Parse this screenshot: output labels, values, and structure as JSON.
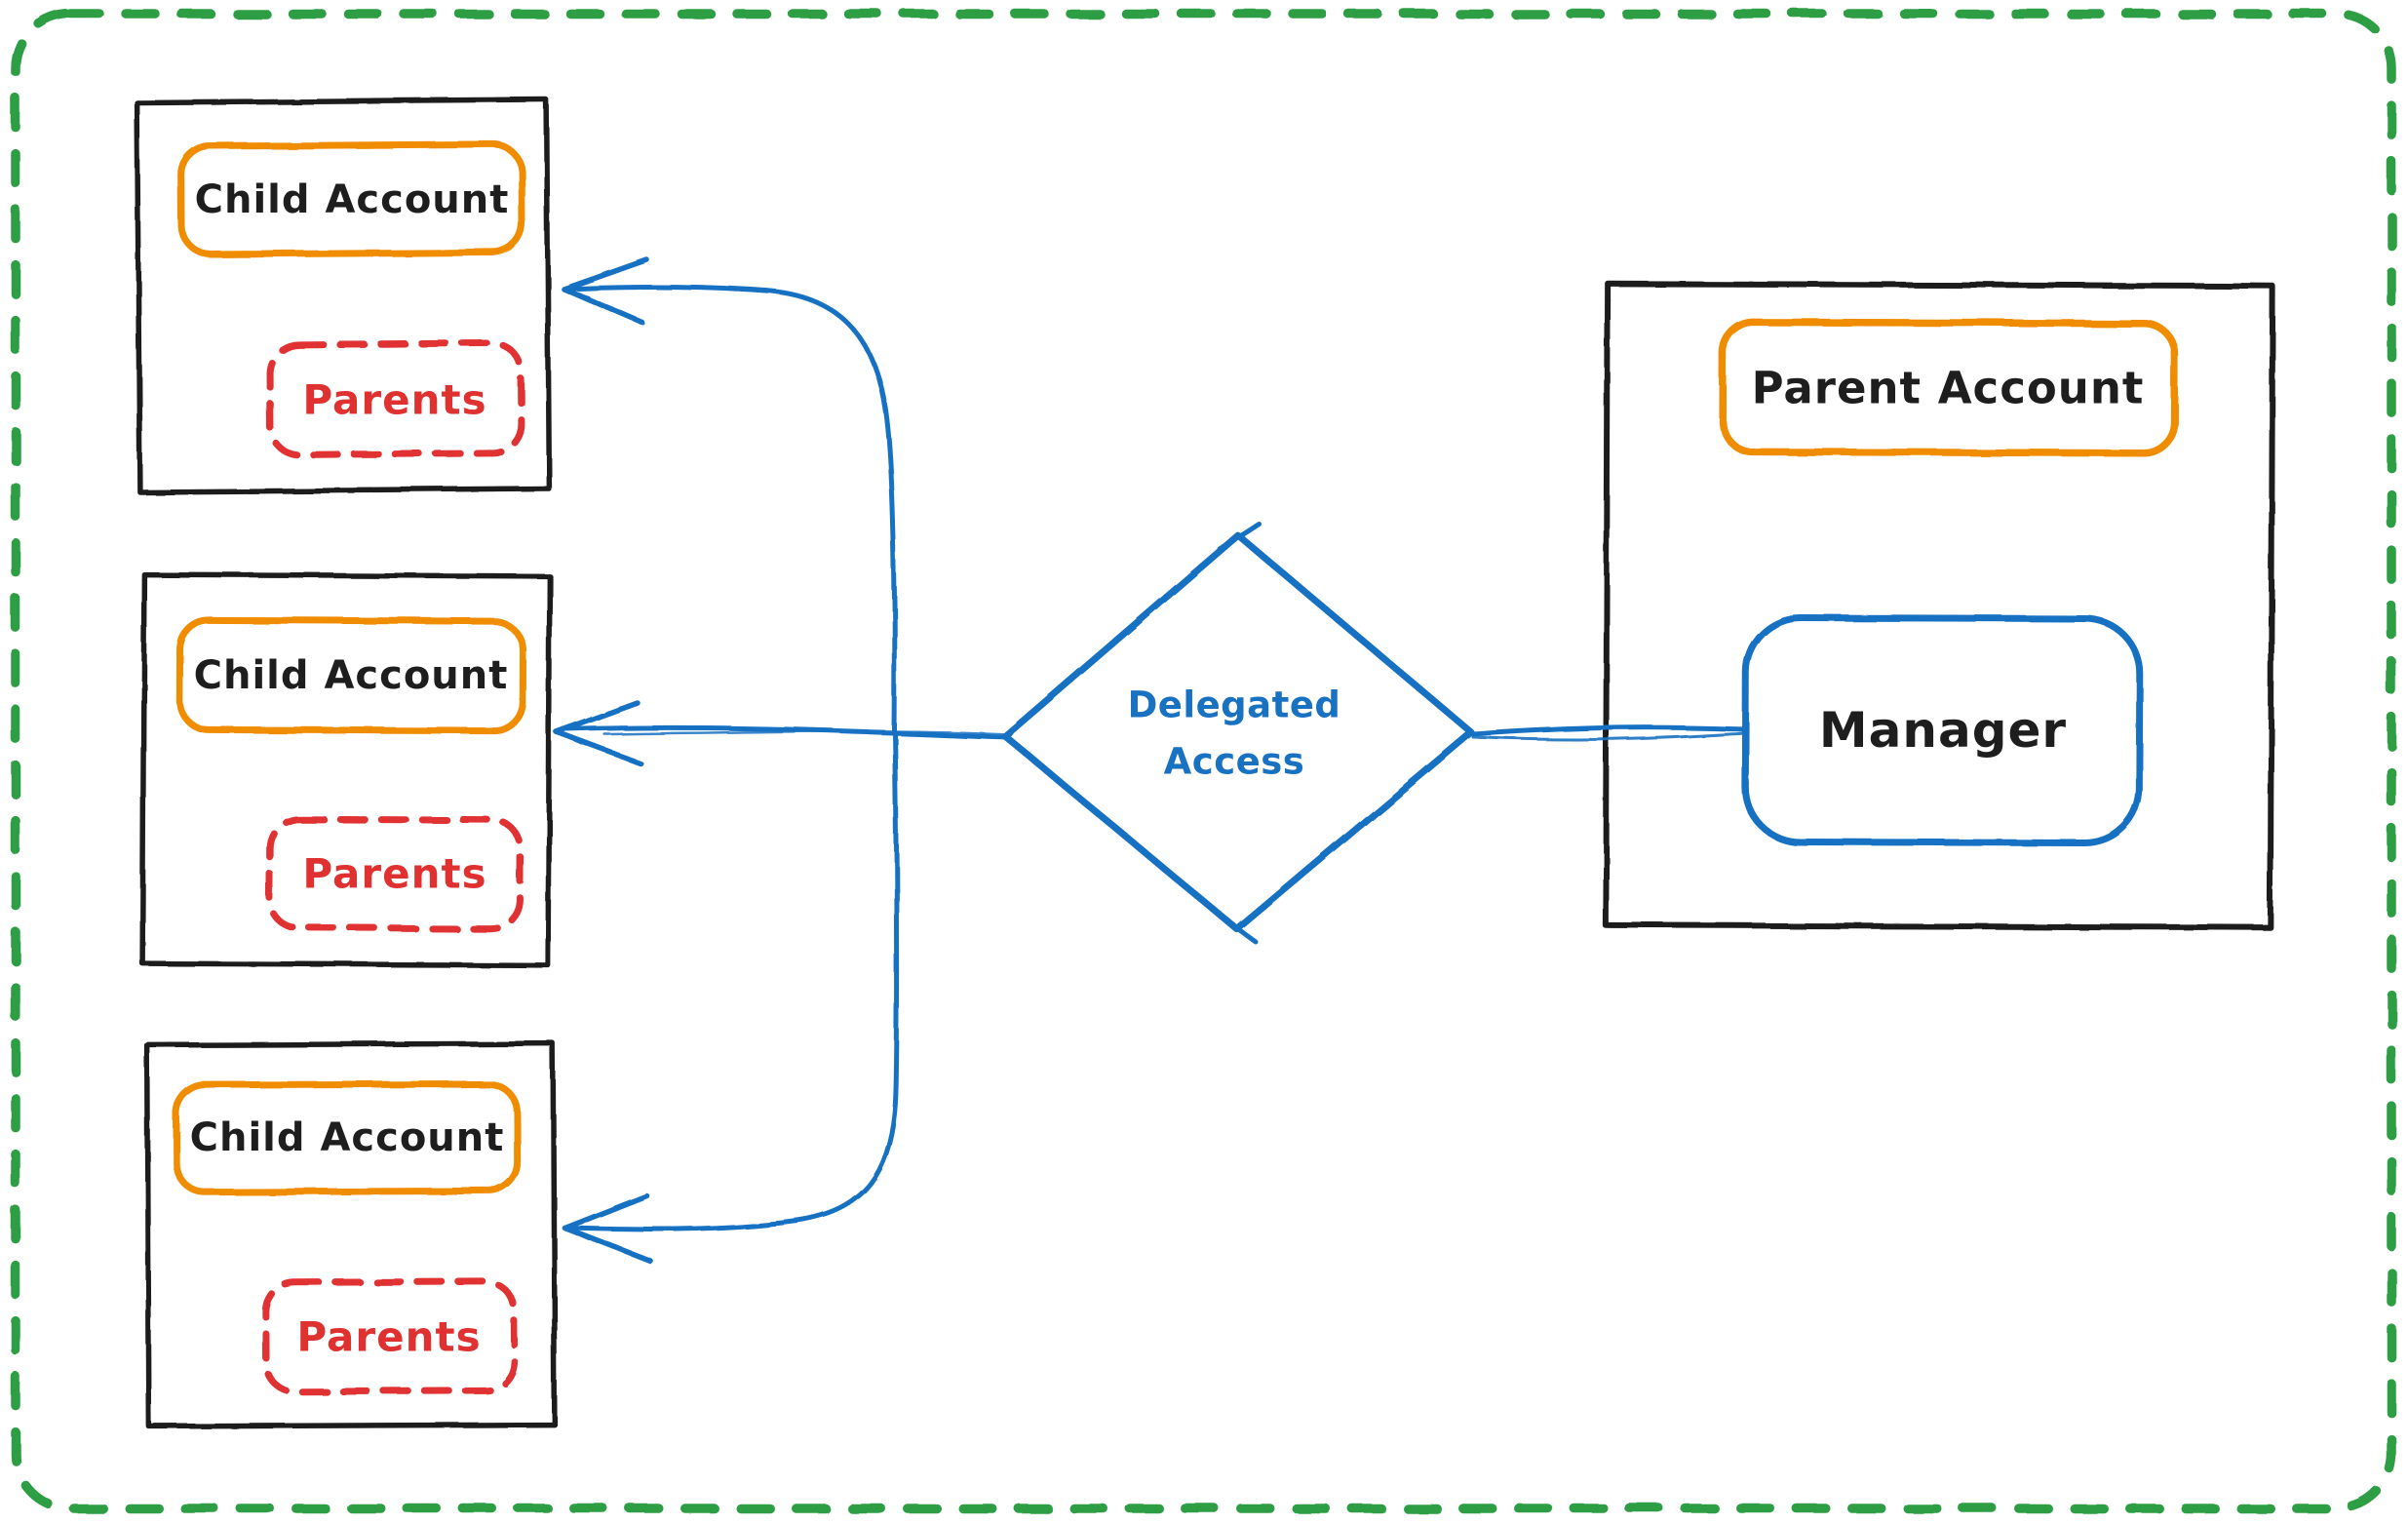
{
  "diagram": {
    "title_hint": "Delegated access from a parent account manager to child accounts",
    "child_boxes": [
      {
        "account_label": "Child Account",
        "parents_label": "Parents"
      },
      {
        "account_label": "Child Account",
        "parents_label": "Parents"
      },
      {
        "account_label": "Child Account",
        "parents_label": "Parents"
      }
    ],
    "decision": {
      "line1": "Delegated",
      "line2": "Access"
    },
    "parent_box": {
      "account_label": "Parent Account",
      "manager_label": "Manager"
    },
    "colors": {
      "canvas_border_green": "#2f9e44",
      "box_stroke_black": "#1e1e1e",
      "account_orange": "#f08c00",
      "account_hatch_yellow": "#ffd43b",
      "parents_red": "#e03131",
      "parents_hatch_pink": "#ffc9c9",
      "flow_blue": "#1971c2",
      "flow_hatch_blue": "#a5d8ff"
    }
  }
}
